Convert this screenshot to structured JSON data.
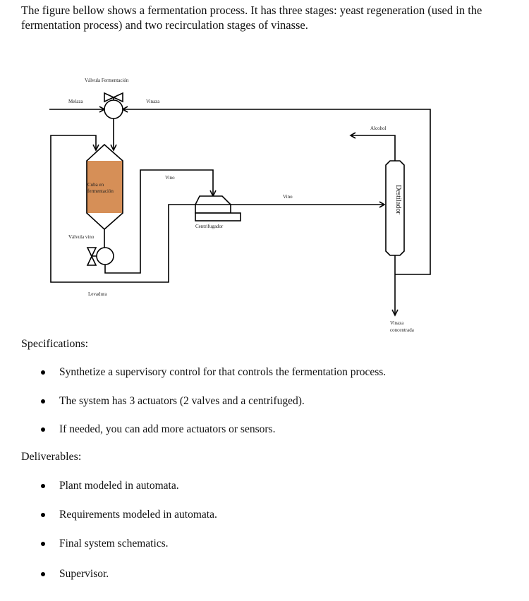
{
  "intro": "The figure bellow shows a fermentation process. It has three stages: yeast regeneration (used in the fermentation process) and two recirculation stages of vinasse.",
  "diagram": {
    "labels": {
      "valve_fermentation": "Válvula Fermentación",
      "melaza": "Melaza",
      "vinaza": "Vinaza",
      "tank_line1": "Cuba en",
      "tank_line2": "fermentación",
      "valve_wine": "Válvula vino",
      "levadura": "Levadura",
      "vino_top": "Vino",
      "centrifuge": "Centrifugador",
      "vino_right": "Vino",
      "alcohol": "Alcohol",
      "distiller": "Destilador",
      "vinaza_conc_line1": "Vinaza",
      "vinaza_conc_line2": "concentrada"
    },
    "colors": {
      "tank_fill": "#d68f57",
      "line": "#000000"
    }
  },
  "specifications": {
    "title": "Specifications:",
    "items": [
      "Synthetize a supervisory control for that controls the fermentation process.",
      "The system has 3 actuators (2 valves and a centrifuged).",
      "If needed, you can add more actuators or sensors."
    ]
  },
  "deliverables": {
    "title": "Deliverables:",
    "items": [
      "Plant modeled in automata.",
      "Requirements modeled in automata.",
      "Final system schematics.",
      "Supervisor."
    ]
  }
}
